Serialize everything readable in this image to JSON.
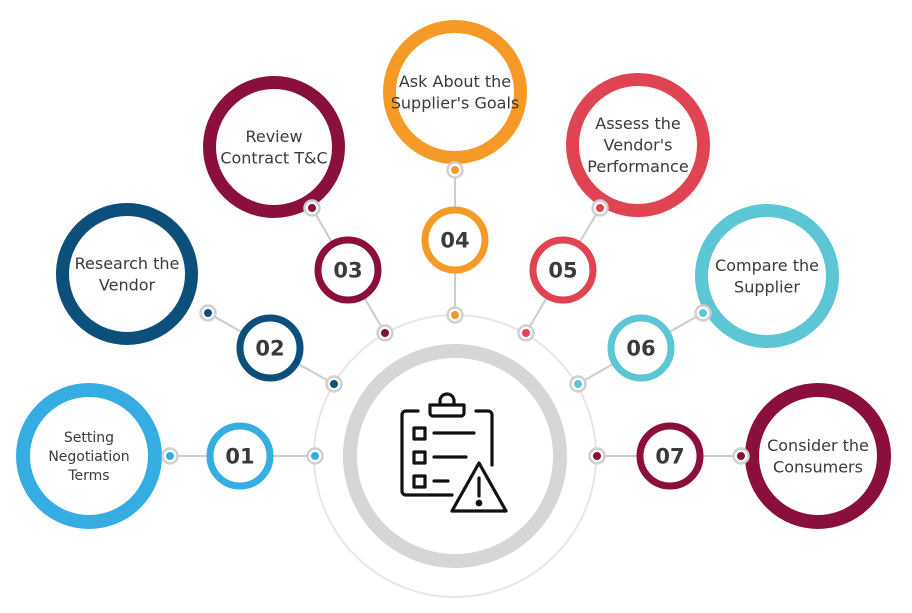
{
  "steps": [
    {
      "number": "01",
      "label_lines": [
        "Setting",
        "Negotiation",
        "Terms"
      ],
      "color": "#36ADE2"
    },
    {
      "number": "02",
      "label_lines": [
        "Research the",
        "Vendor"
      ],
      "color": "#0B4F7A"
    },
    {
      "number": "03",
      "label_lines": [
        "Review",
        "Contract T&C"
      ],
      "color": "#8A0F3C"
    },
    {
      "number": "04",
      "label_lines": [
        "Ask About the",
        "Supplier's Goals"
      ],
      "color": "#F59A26"
    },
    {
      "number": "05",
      "label_lines": [
        "Assess the",
        "Vendor's",
        "Performance"
      ],
      "color": "#E04352"
    },
    {
      "number": "06",
      "label_lines": [
        "Compare the",
        "Supplier"
      ],
      "color": "#5CC6D4"
    },
    {
      "number": "07",
      "label_lines": [
        "Consider the",
        "Consumers"
      ],
      "color": "#8A0F3C"
    }
  ],
  "center": {
    "icon": "clipboard-warning-icon",
    "ring_color": "#D2D2D2"
  }
}
